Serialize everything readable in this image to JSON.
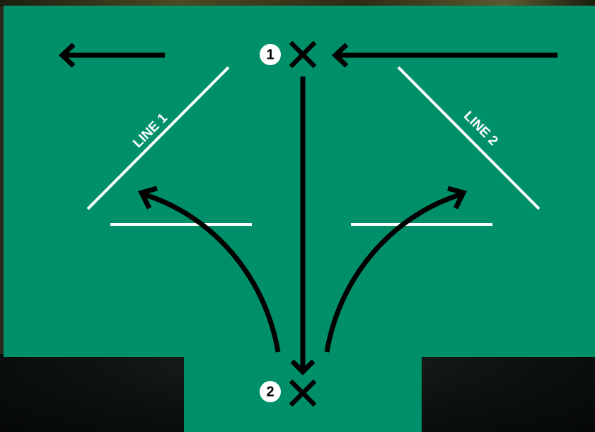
{
  "diagram": {
    "floor_color": "#009069",
    "line_color": "#ffffff",
    "arrow_color": "#000000",
    "labels": {
      "line1": "LINE 1",
      "line2": "LINE 2"
    },
    "markers": [
      {
        "number": "1",
        "icon": "x-cross-icon"
      },
      {
        "number": "2",
        "icon": "x-cross-icon"
      }
    ]
  }
}
